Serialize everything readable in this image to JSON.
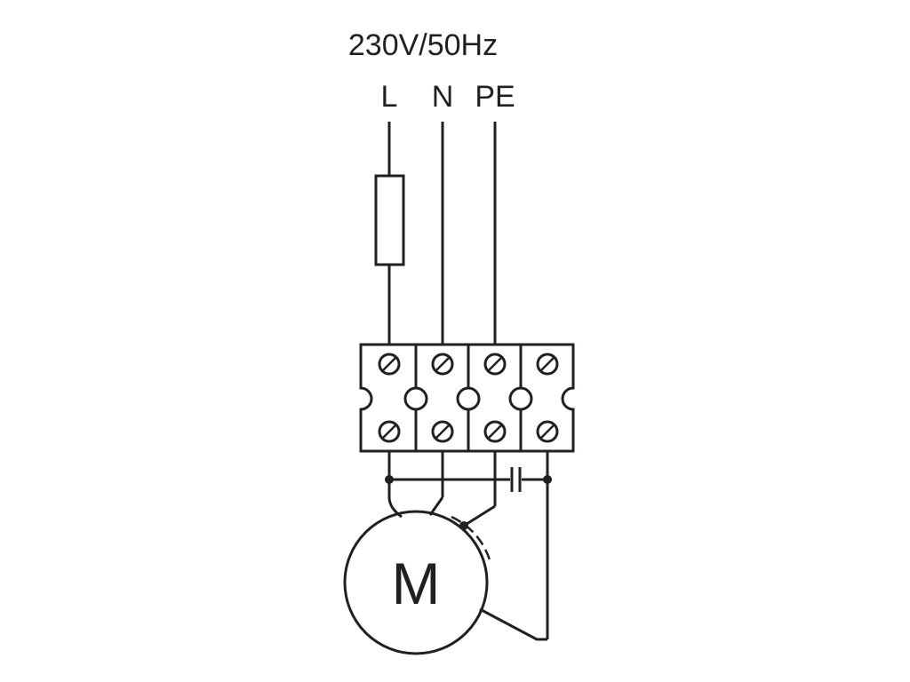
{
  "supply": {
    "voltage_label": "230V/50Hz",
    "terminals": [
      "L",
      "N",
      "PE"
    ]
  },
  "motor": {
    "label": "M"
  },
  "colors": {
    "ink": "#231f20",
    "background": "#ffffff"
  }
}
